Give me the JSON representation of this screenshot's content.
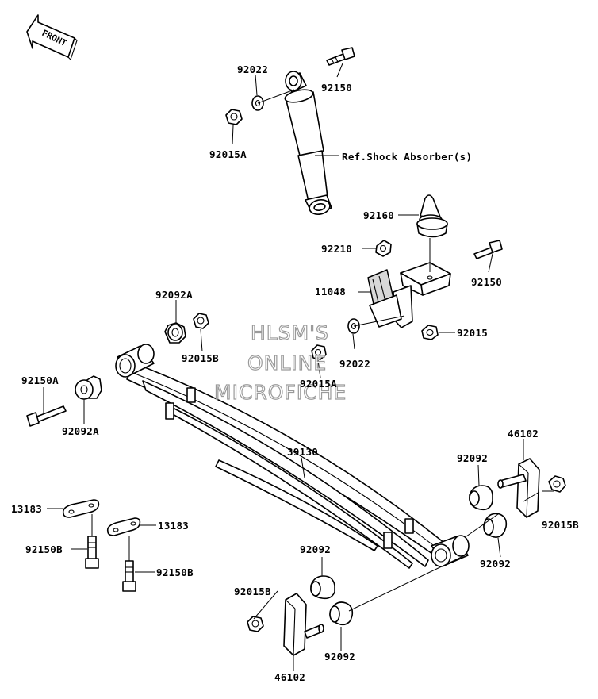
{
  "orientation": {
    "label": "FRONT"
  },
  "labels": {
    "l92022_top": "92022",
    "l92150_top": "92150",
    "l92015A_top": "92015A",
    "l_ref_shock": "Ref.Shock Absorber(s)",
    "l92160": "92160",
    "l92210": "92210",
    "l92150_mid": "92150",
    "l11048": "11048",
    "l92015": "92015",
    "l92022_mid": "92022",
    "l92015A_mid": "92015A",
    "l92092A_top": "92092A",
    "l92015B_left": "92015B",
    "l92150A": "92150A",
    "l92092A_low": "92092A",
    "l39130": "39130",
    "l46102_right": "46102",
    "l92092_r1": "92092",
    "l92015B_right": "92015B",
    "l92092_r2": "92092",
    "l13183_a": "13183",
    "l13183_b": "13183",
    "l92150B_a": "92150B",
    "l92150B_b": "92150B",
    "l92092_c1": "92092",
    "l92015B_bottom": "92015B",
    "l92092_c2": "92092",
    "l46102_bottom": "46102"
  },
  "watermark": {
    "line1": "HLSM'S",
    "line2": "ONLINE",
    "line3": "MICROFICHE"
  }
}
